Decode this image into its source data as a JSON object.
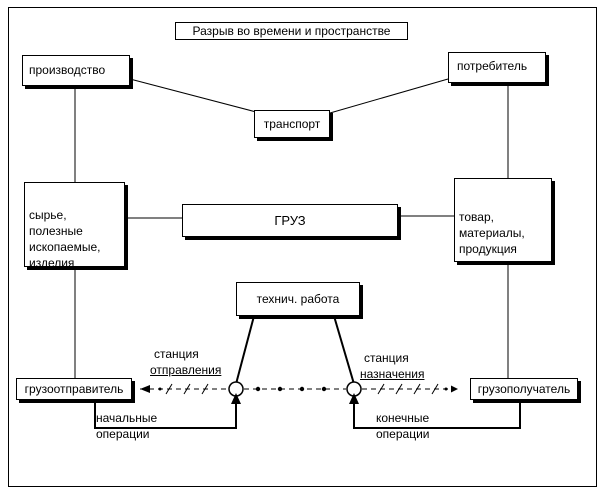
{
  "title": "Разрыв во времени и пространстве",
  "boxes": {
    "production": "производство",
    "consumer": "потребитель",
    "transport": "транспорт",
    "raw": "сырье,\nполезные\nископаемые,\nизделия",
    "cargo": "ГРУЗ",
    "goods": "товар,\nматериалы,\nпродукция",
    "tech": "технич. работа",
    "shipper": "грузоотправитель",
    "receiver": "грузополучатель"
  },
  "labels": {
    "dep_station_line1": "станция",
    "dep_station_line2": "отправления",
    "arr_station_line1": "станция",
    "arr_station_line2": "назначения",
    "initial_ops": "начальные\nоперации",
    "final_ops": "конечные\nоперации"
  }
}
